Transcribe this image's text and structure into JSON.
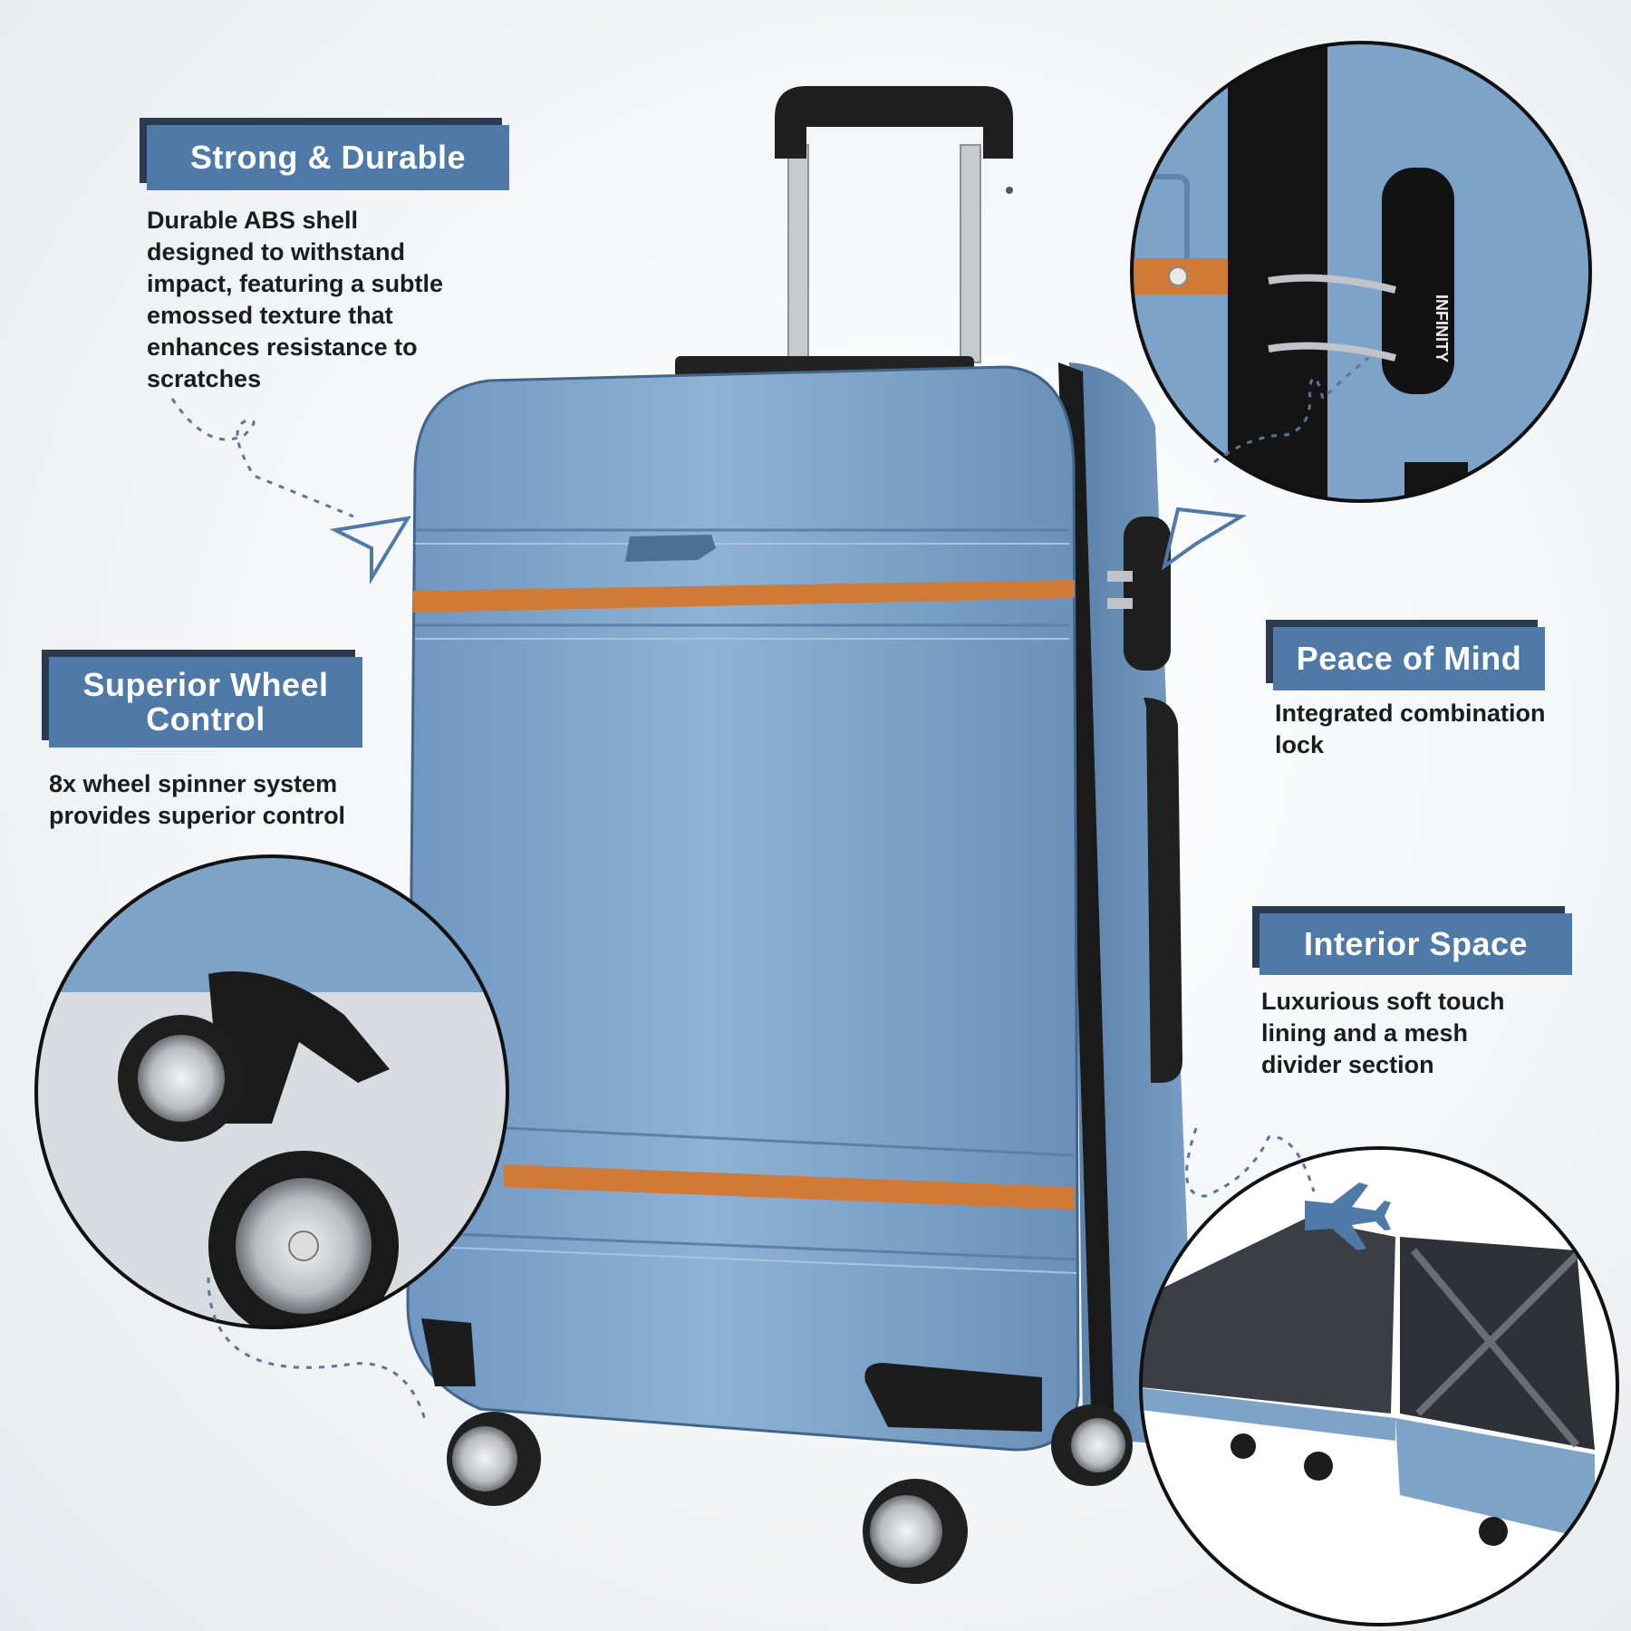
{
  "brand": {
    "name": "INFINITY",
    "colors": {
      "shell": "#7ea3c9",
      "shell_dark": "#5d84ae",
      "accent_strip": "#cf7a36",
      "tag_bg": "#4f79a6",
      "tag_shadow": "#2b3a4f",
      "trim": "#1c1c1c"
    }
  },
  "features": [
    {
      "title": "Strong & Durable",
      "description": "Durable ABS shell\ndesigned to withstand\nimpact, featuring a subtle\nemossed texture that\nenhances resistance to\nscratches"
    },
    {
      "title": "Superior Wheel\nControl",
      "description": "8x wheel spinner system\nprovides superior control"
    },
    {
      "title": "Peace of Mind",
      "description": "Integrated combination\n lock"
    },
    {
      "title": "Interior Space",
      "description": "Luxurious soft touch\nlining and a mesh\ndivider section"
    }
  ],
  "icons": {
    "connector": "paper-plane-icon",
    "airplane": "airplane-icon"
  }
}
